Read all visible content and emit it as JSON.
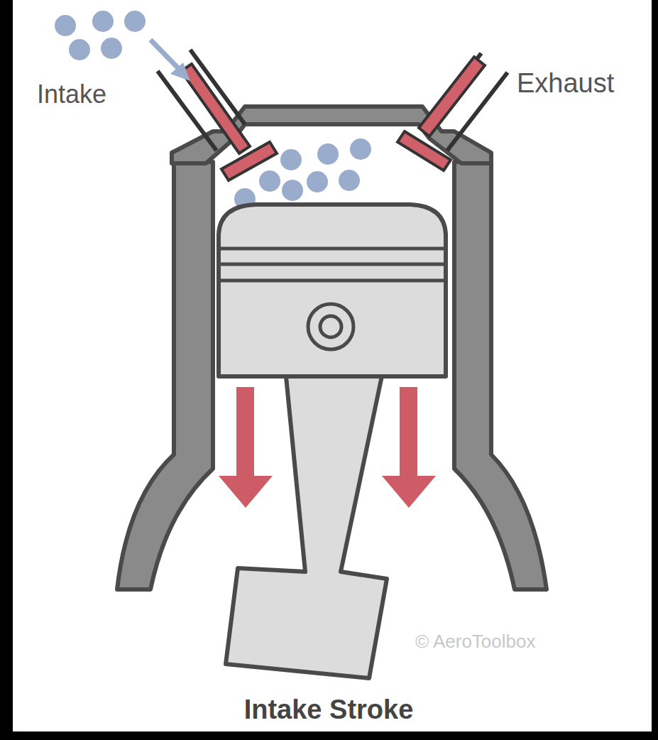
{
  "diagram": {
    "caption": "Intake Stroke",
    "labels": [
      "Intake",
      "Exhaust",
      "© AeroToolbox"
    ]
  }
}
